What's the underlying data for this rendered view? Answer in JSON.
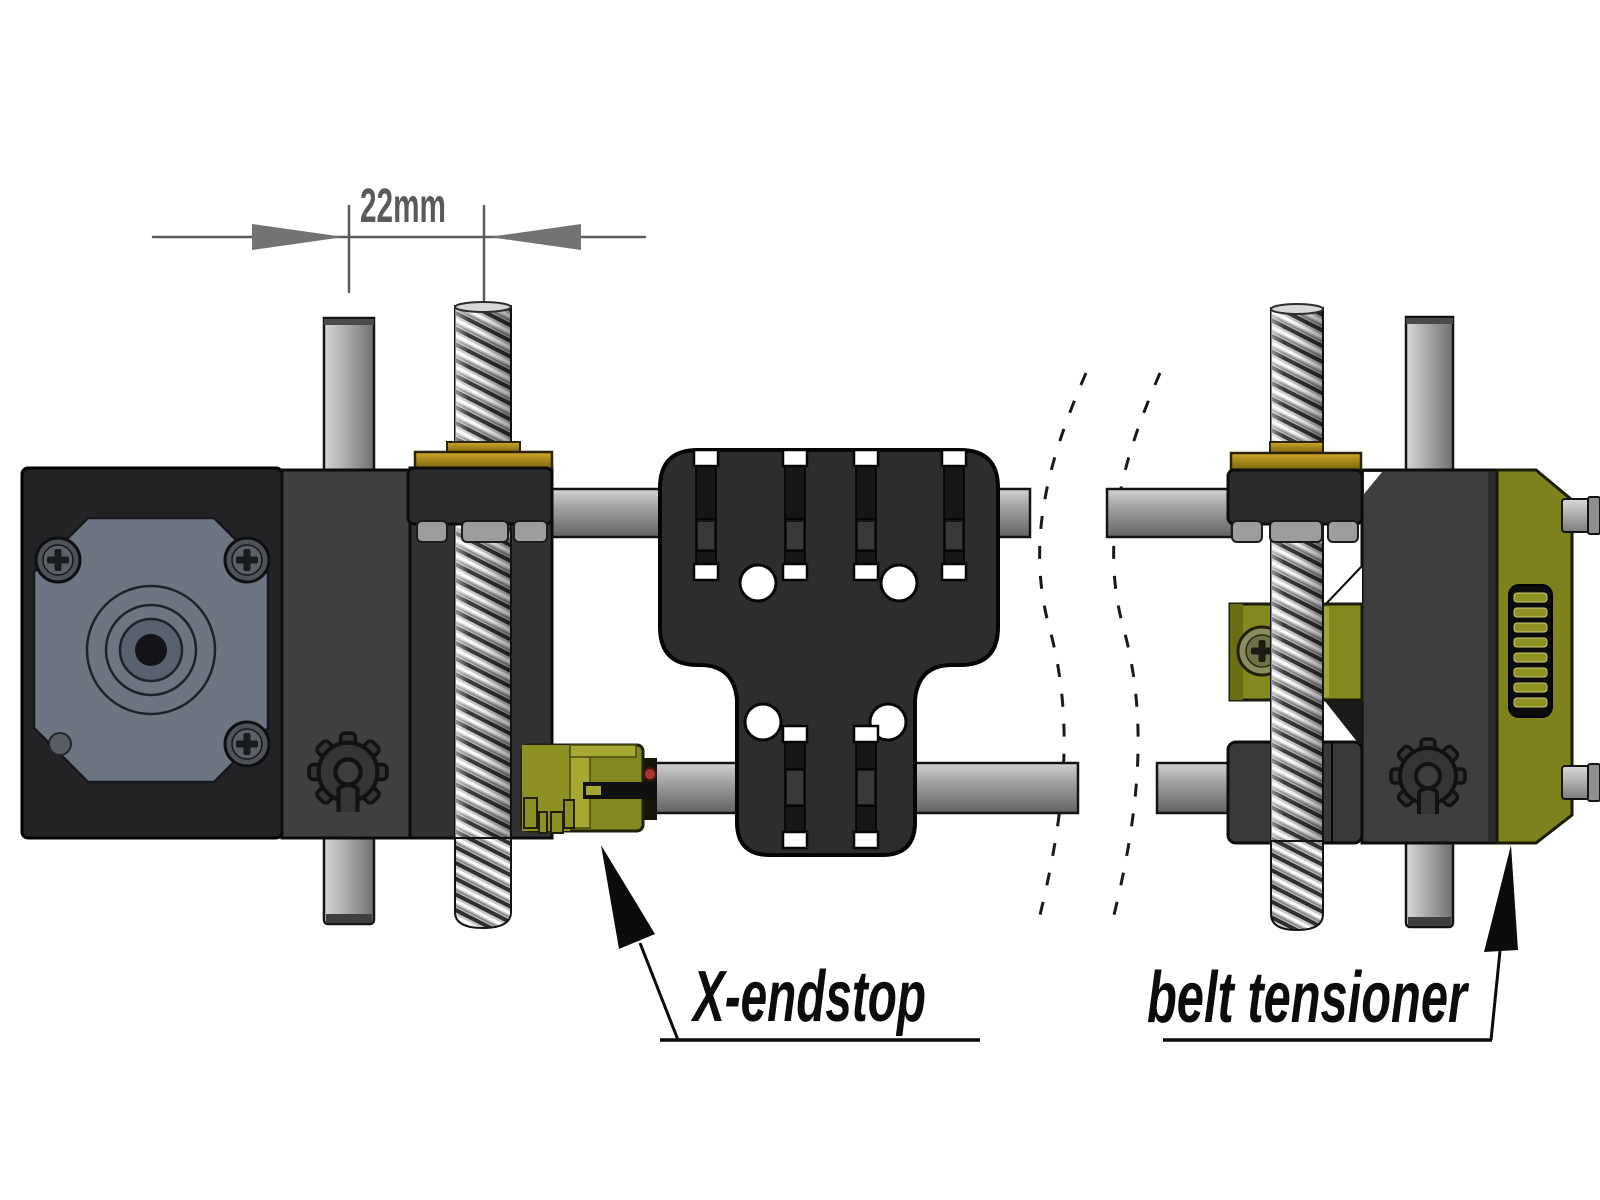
{
  "diagram": {
    "dimension": {
      "label": "22mm"
    },
    "callouts": {
      "x_endstop": "X-endstop",
      "belt_tensioner": "belt tensioner"
    },
    "icons": {
      "gear_logo": "gear-logo-icon"
    },
    "colors": {
      "background": "#ffffff",
      "body_dark": "#3e3e41",
      "motor_frame": "#232325",
      "motor_faceplate": "#6d7482",
      "carriage_black": "#2d2d2f",
      "rod_gray": "#a2a2a2",
      "thread_gray": "#c6c6c6",
      "brass": "#b08f1e",
      "olive_part": "#7f811c",
      "endstop_olive": "#8e9023",
      "red_button": "#a23a32",
      "annotation_gray": "#5a5a5a",
      "label_black": "#0c0c0c"
    }
  }
}
